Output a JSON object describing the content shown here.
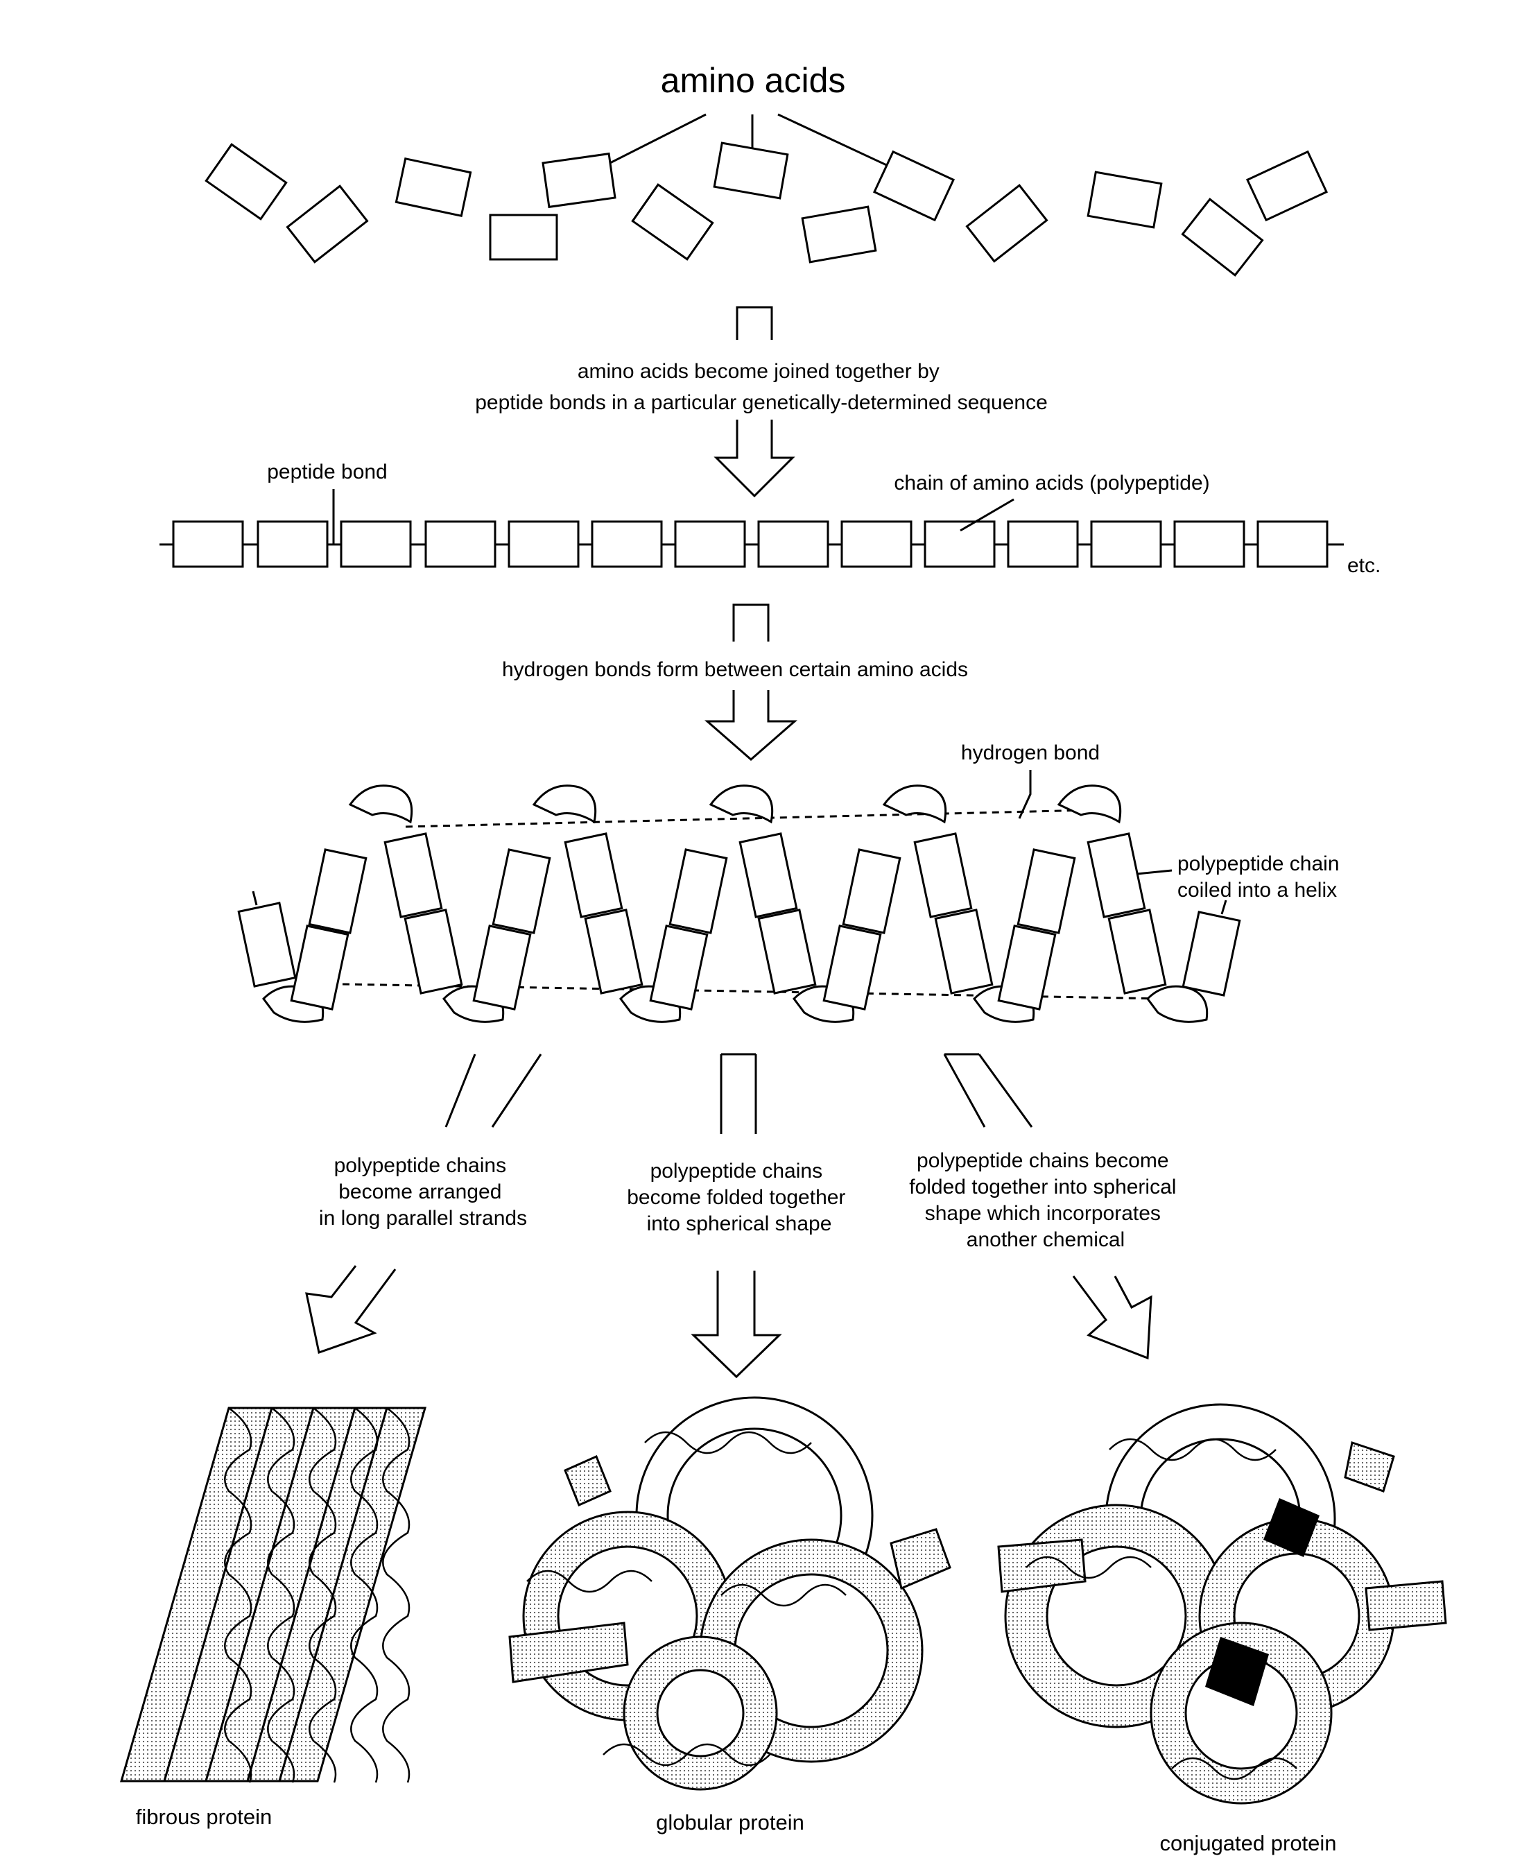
{
  "title": "amino acids",
  "step1_caption": [
    "amino acids become joined together by",
    "peptide bonds in a particular genetically-determined sequence"
  ],
  "peptide_bond_label": "peptide bond",
  "chain_label": "chain of amino acids (polypeptide)",
  "etc_label": "etc.",
  "step2_caption": "hydrogen bonds form between certain amino acids",
  "hydrogen_bond_label": "hydrogen bond",
  "helix_label": [
    "polypeptide chain",
    "coiled into a helix"
  ],
  "branches": [
    {
      "caption": [
        "polypeptide chains",
        "become arranged",
        "in long parallel strands"
      ],
      "result": "fibrous protein"
    },
    {
      "caption": [
        "polypeptide chains",
        "become folded together",
        "into spherical shape"
      ],
      "result": "globular protein"
    },
    {
      "caption": [
        "polypeptide chains become",
        "folded together into spherical",
        "shape which incorporates",
        "another chemical"
      ],
      "result": "conjugated protein"
    }
  ]
}
